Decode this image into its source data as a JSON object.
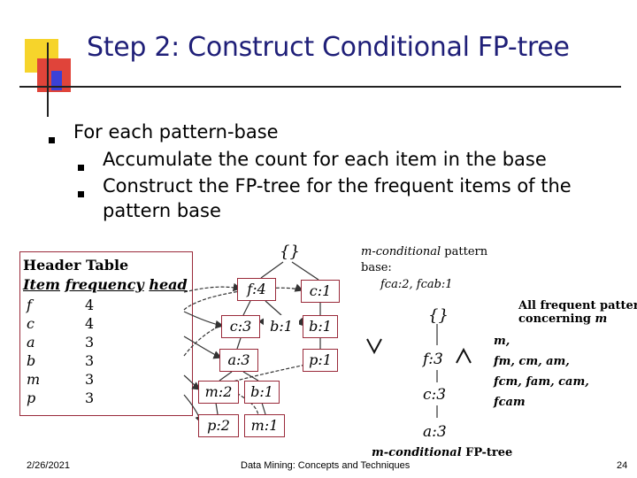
{
  "title": "Step 2: Construct Conditional FP-tree",
  "bullets": {
    "main": "For each pattern-base",
    "sub1": "Accumulate the count for each item in the base",
    "sub2a": "Construct the FP-tree for the frequent items of the",
    "sub2b": "pattern base"
  },
  "header_table": {
    "title": "Header Table",
    "columns": [
      "Item",
      "frequency",
      "head"
    ],
    "rows": [
      {
        "item": "f",
        "freq": "4"
      },
      {
        "item": "c",
        "freq": "4"
      },
      {
        "item": "a",
        "freq": "3"
      },
      {
        "item": "b",
        "freq": "3"
      },
      {
        "item": "m",
        "freq": "3"
      },
      {
        "item": "p",
        "freq": "3"
      }
    ]
  },
  "fp_tree": {
    "root": "{}",
    "nodes": {
      "f4": "f:4",
      "c1a": "c:1",
      "c3": "c:3",
      "b1a": "b:1",
      "b1b": "b:1",
      "a3": "a:3",
      "p1": "p:1",
      "m2": "m:2",
      "b1c": "b:1",
      "p2": "p:2",
      "m1": "m:1"
    }
  },
  "pattern_base": {
    "label_italic": "m-conditional",
    "label_rest": " pattern",
    "label_line2": "base:",
    "value": "fca:2, fcab:1"
  },
  "cond_tree": {
    "root": "{}",
    "f": "f:3",
    "c": "c:3",
    "a": "a:3",
    "label_italic": "m-conditional",
    "label_rest": " FP-tree"
  },
  "frequent_patterns": {
    "heading1": "All frequent patterns",
    "heading2_pre": "concerning ",
    "heading2_italic": "m",
    "line1": "m,",
    "line2": "fm, cm, am,",
    "line3": "fcm, fam, cam,",
    "line4": "fcam"
  },
  "footer": {
    "date": "2/26/2021",
    "center": "Data Mining: Concepts and Techniques",
    "page": "24"
  },
  "colors": {
    "title": "#1f1f78",
    "node_border": "#9a2a3a",
    "yellow": "#f6d42b",
    "red": "#e0443a",
    "blue": "#3a41d6"
  }
}
